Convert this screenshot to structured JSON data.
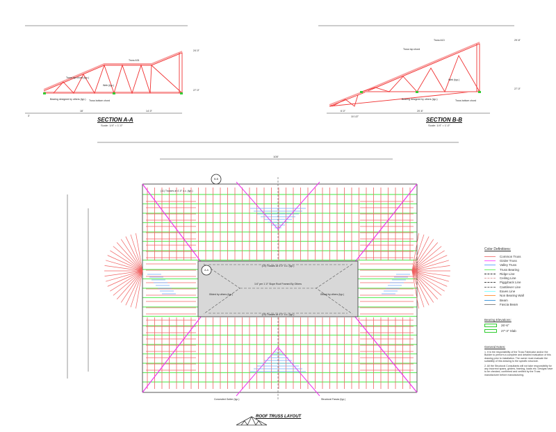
{
  "section_a": {
    "title": "SECTION A-A",
    "scale": "Scale: 1/4\" = 1'-0\"",
    "labels": [
      "Truss top chord (typ.)",
      "Truss A31",
      "Web (typ.)",
      "Bearing designed by others (typ.)",
      "Truss bottom chord",
      "24'-0\"",
      "27'-0\""
    ],
    "dims": [
      "18'",
      "14'-0\"",
      "3'"
    ]
  },
  "section_b": {
    "title": "SECTION B-B",
    "scale": "Scale: 1/4\" = 1'-0\"",
    "labels": [
      "Truss top chord",
      "Truss A13",
      "Web (typ.)",
      "Bearing designed by others (typ.)",
      "Truss bottom chord",
      "29'-6\"",
      "27'-0\""
    ],
    "dims": [
      "6'-0\"",
      "20'-6\"",
      "10 1/2\""
    ]
  },
  "plan": {
    "title": "ROOF TRUSS LAYOUT",
    "center_note": "1/4\" per 1'-0\" Slope Roof Framed By Others",
    "top_trusses": "(19) Trusses at 4'-0\" o.c. (typ.)",
    "bottom_trusses": "(19) Trusses at 4'-0\" o.c. (typ.)",
    "left_note": "Gilded by others (typ.)",
    "right_note": "Gilded by others (typ.)",
    "section_tag": "B-B",
    "section_tag2": "A-A",
    "overall_dim": "100'",
    "gutter_note": "Concealed Gutter (typ.)",
    "fascia_note": "Structural Fascia (typ.)",
    "side_trusses": "(11) Trusses at 4'-0\" o.c. (typ.)"
  },
  "legend": {
    "title": "Color Definitions:",
    "items": [
      {
        "label": "Common Truss",
        "color": "#f08080"
      },
      {
        "label": "Girder Truss",
        "color": "#ff55ff"
      },
      {
        "label": "Valley Truss",
        "color": "#6aa8ff"
      },
      {
        "label": "Truss Bearing",
        "color": "#66ee66"
      },
      {
        "label": "Ridge Line",
        "color": "#333333"
      },
      {
        "label": "Ceiling Line",
        "color": "#d8a0a0"
      },
      {
        "label": "Piggyback Line",
        "color": "#444444"
      },
      {
        "label": "Cantilever Line",
        "color": "#666666"
      },
      {
        "label": "Eaves Line",
        "color": "#88ffff"
      },
      {
        "label": "Non Bearing Wall",
        "color": "#ff9944"
      },
      {
        "label": "Beam",
        "color": "#4499dd"
      },
      {
        "label": "Fascia Beam",
        "color": "#888888"
      }
    ]
  },
  "bearing": {
    "title": "Bearing Elevations:",
    "items": [
      "26'-6\"",
      "27'-3\" Slab"
    ]
  },
  "notes": {
    "title": "General Notes:",
    "items": [
      "1. It is the responsibility of the Truss Fabricator and/or the Builder to perform a complete and detailed evaluation of this drawing prior to installation. The owner must evaluate the suitability of this drawing to the specific structure.",
      "2. All the Structural Consultants will not take responsibility for any incorrect spans, girders, framing, loads etc. Designs have to be checked, confirmed and verified by the Truss manufacturer before manufacturing."
    ]
  }
}
